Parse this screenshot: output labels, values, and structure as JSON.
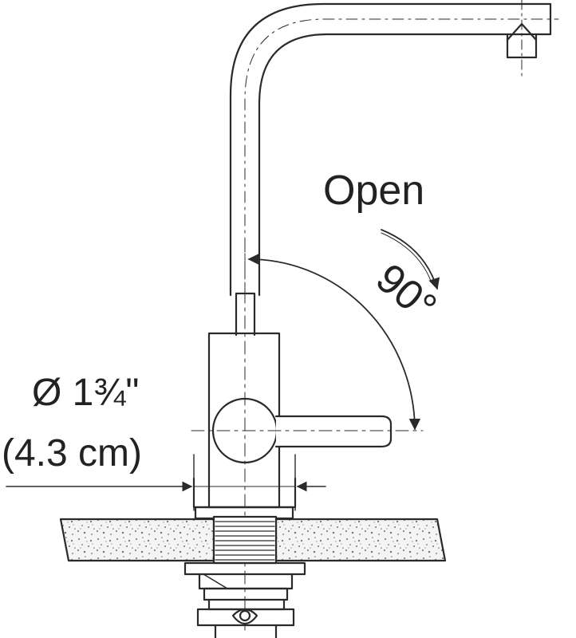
{
  "labels": {
    "open": "Open",
    "angle": "90°",
    "diameter": "Ø 1¾\"",
    "diameter_metric": "(4.3 cm)"
  },
  "colors": {
    "ink": "#2a2a2a",
    "counter_fill": "#f4f4f4",
    "speckle": "#6f6f6f"
  }
}
